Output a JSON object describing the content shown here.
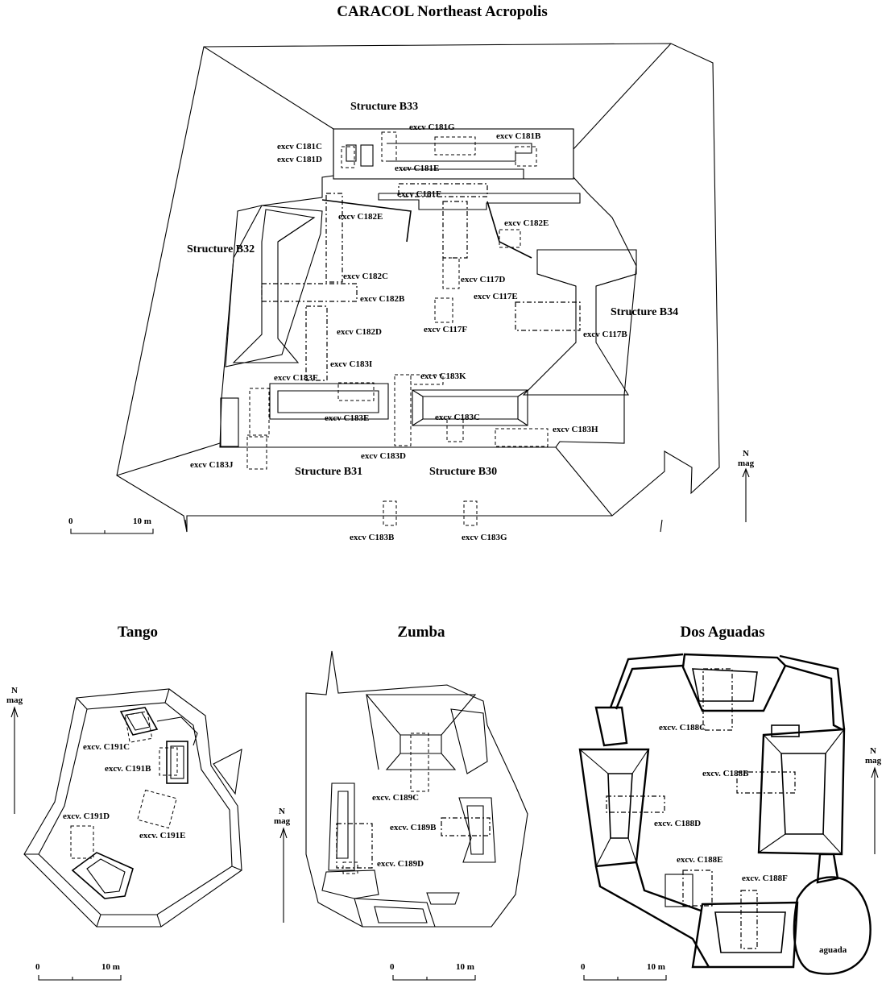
{
  "titles": {
    "caracol": "CARACOL Northeast Acropolis",
    "tango": "Tango",
    "zumba": "Zumba",
    "dos_aguadas": "Dos Aguadas"
  },
  "structures": {
    "b33": "Structure B33",
    "b32": "Structure B32",
    "b34": "Structure B34",
    "b31": "Structure B31",
    "b30": "Structure B30"
  },
  "caracol_excavations": {
    "c181g": "excv C181G",
    "c181b": "excv C181B",
    "c181c": "excv C181C",
    "c181d": "excv C181D",
    "c181e": "excv C181E",
    "c181f": "excv C181F",
    "c182e_w": "excv C182E",
    "c182e_e": "excv C182E",
    "c182c": "excv C182C",
    "c182b": "excv C182B",
    "c182d": "excv C182D",
    "c117d": "excv C117D",
    "c117e": "excv C117E",
    "c117f": "excv C117F",
    "c117b": "excv C117B",
    "c183i": "excv C183I",
    "c183k": "excv C183K",
    "c183f": "excv C183F",
    "c183e": "excv C183E",
    "c183c": "excv C183C",
    "c183h": "excv C183H",
    "c183d": "excv C183D",
    "c183j": "excv C183J",
    "c183b": "excv C183B",
    "c183g": "excv C183G"
  },
  "tango_excavations": {
    "c191c": "excv. C191C",
    "c191b": "excv. C191B",
    "c191d": "excv. C191D",
    "c191e": "excv. C191E"
  },
  "zumba_excavations": {
    "c189c": "excv. C189C",
    "c189b": "excv. C189B",
    "c189d": "excv. C189D"
  },
  "dos_aguadas_excavations": {
    "c188c": "excv. C188C",
    "c188b": "excv. C188B",
    "c188d": "excv. C188D",
    "c188e": "excv. C188E",
    "c188f": "excv. C188F",
    "aguada": "aguada"
  },
  "north_arrow": {
    "n": "N",
    "mag": "mag"
  },
  "scale_bar": {
    "zero": "0",
    "ten": "10 m"
  }
}
